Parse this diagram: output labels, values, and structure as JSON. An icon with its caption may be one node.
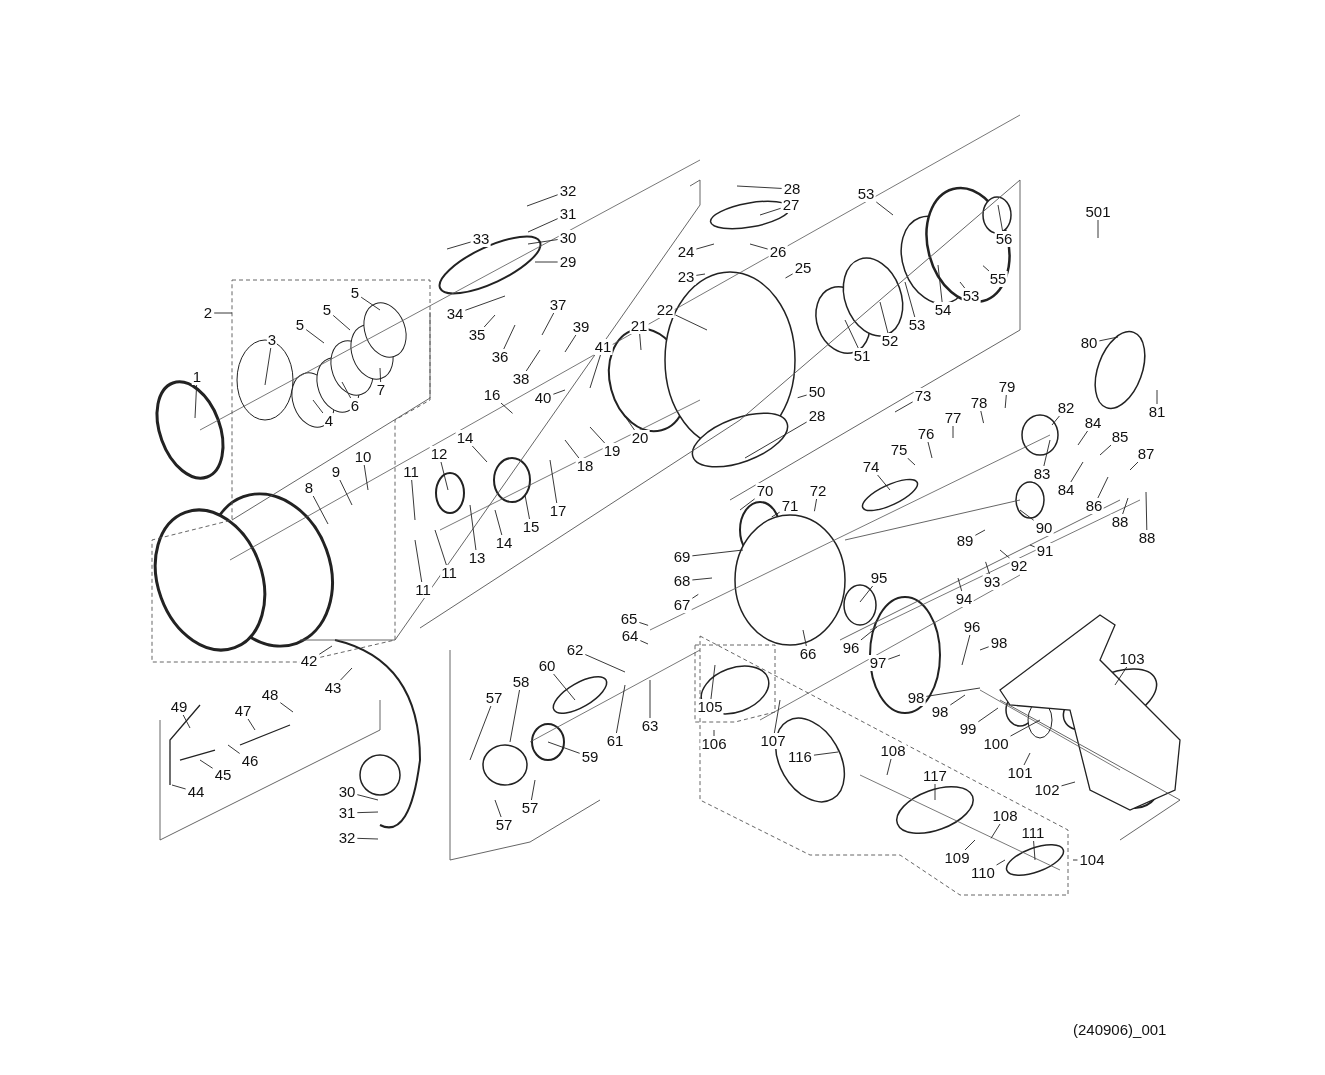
{
  "diagram": {
    "nodes": [
      {
        "text": [
          "32"
        ]
      },
      {
        "text": [
          "28"
        ]
      },
      {
        "text": [
          "31"
        ]
      },
      {
        "text": [
          "30"
        ]
      },
      {
        "text": [
          "27"
        ]
      },
      {
        "text": [
          "53"
        ]
      },
      {
        "text": [
          "33"
        ]
      },
      {
        "text": [
          "501"
        ]
      },
      {
        "text": [
          "24"
        ]
      },
      {
        "text": [
          "26"
        ]
      },
      {
        "text": [
          "29"
        ]
      },
      {
        "text": [
          "56"
        ]
      },
      {
        "text": [
          "23"
        ]
      },
      {
        "text": [
          "25"
        ]
      },
      {
        "text": [
          "53"
        ]
      },
      {
        "text": [
          "55"
        ]
      },
      {
        "text": [
          "5"
        ]
      },
      {
        "text": [
          "34"
        ]
      },
      {
        "text": [
          "54"
        ]
      },
      {
        "text": [
          "2"
        ]
      },
      {
        "text": [
          "5"
        ]
      },
      {
        "text": [
          "37"
        ]
      },
      {
        "text": [
          "22"
        ]
      },
      {
        "text": [
          "53"
        ]
      },
      {
        "text": [
          "5"
        ]
      },
      {
        "text": [
          "21"
        ]
      },
      {
        "text": [
          "35"
        ]
      },
      {
        "text": [
          "3"
        ]
      },
      {
        "text": [
          "39"
        ]
      },
      {
        "text": [
          "80"
        ]
      },
      {
        "text": [
          "52"
        ]
      },
      {
        "text": [
          "36"
        ]
      },
      {
        "text": [
          "51"
        ]
      },
      {
        "text": [
          "41"
        ]
      },
      {
        "text": [
          "1"
        ]
      },
      {
        "text": [
          "38"
        ]
      },
      {
        "text": [
          "7"
        ]
      },
      {
        "text": [
          "50"
        ]
      },
      {
        "text": [
          "79"
        ]
      },
      {
        "text": [
          "73"
        ]
      },
      {
        "text": [
          "16"
        ]
      },
      {
        "text": [
          "40"
        ]
      },
      {
        "text": [
          "6"
        ]
      },
      {
        "text": [
          "82"
        ]
      },
      {
        "text": [
          "78"
        ]
      },
      {
        "text": [
          "81"
        ]
      },
      {
        "text": [
          "28"
        ]
      },
      {
        "text": [
          "77"
        ]
      },
      {
        "text": [
          "4"
        ]
      },
      {
        "text": [
          "84"
        ]
      },
      {
        "text": [
          "76"
        ]
      },
      {
        "text": [
          "14"
        ]
      },
      {
        "text": [
          "85"
        ]
      },
      {
        "text": [
          "20"
        ]
      },
      {
        "text": [
          "75"
        ]
      },
      {
        "text": [
          "19"
        ]
      },
      {
        "text": [
          "12"
        ]
      },
      {
        "text": [
          "87"
        ]
      },
      {
        "text": [
          "10"
        ]
      },
      {
        "text": [
          "74"
        ]
      },
      {
        "text": [
          "18"
        ]
      },
      {
        "text": [
          "9"
        ]
      },
      {
        "text": [
          "11"
        ]
      },
      {
        "text": [
          "83"
        ]
      },
      {
        "text": [
          "8"
        ]
      },
      {
        "text": [
          "84"
        ]
      },
      {
        "text": [
          "70"
        ]
      },
      {
        "text": [
          "72"
        ]
      },
      {
        "text": [
          "86"
        ]
      },
      {
        "text": [
          "71"
        ]
      },
      {
        "text": [
          "17"
        ]
      },
      {
        "text": [
          "88"
        ]
      },
      {
        "text": [
          "15"
        ]
      },
      {
        "text": [
          "90"
        ]
      },
      {
        "text": [
          "88"
        ]
      },
      {
        "text": [
          "89"
        ]
      },
      {
        "text": [
          "14"
        ]
      },
      {
        "text": [
          "91"
        ]
      },
      {
        "text": [
          "69"
        ]
      },
      {
        "text": [
          "13"
        ]
      },
      {
        "text": [
          "92"
        ]
      },
      {
        "text": [
          "11"
        ]
      },
      {
        "text": [
          "95"
        ]
      },
      {
        "text": [
          "68"
        ]
      },
      {
        "text": [
          "93"
        ]
      },
      {
        "text": [
          "11"
        ]
      },
      {
        "text": [
          "94"
        ]
      },
      {
        "text": [
          "67"
        ]
      },
      {
        "text": [
          "65"
        ]
      },
      {
        "text": [
          "96"
        ]
      },
      {
        "text": [
          "64"
        ]
      },
      {
        "text": [
          "98"
        ]
      },
      {
        "text": [
          "96"
        ]
      },
      {
        "text": [
          "62"
        ]
      },
      {
        "text": [
          "66"
        ]
      },
      {
        "text": [
          "103"
        ]
      },
      {
        "text": [
          "42"
        ]
      },
      {
        "text": [
          "97"
        ]
      },
      {
        "text": [
          "60"
        ]
      },
      {
        "text": [
          "43"
        ]
      },
      {
        "text": [
          "58"
        ]
      },
      {
        "text": [
          "48"
        ]
      },
      {
        "text": [
          "98"
        ]
      },
      {
        "text": [
          "57"
        ]
      },
      {
        "text": [
          "49"
        ]
      },
      {
        "text": [
          "105"
        ]
      },
      {
        "text": [
          "47"
        ]
      },
      {
        "text": [
          "98"
        ]
      },
      {
        "text": [
          "63"
        ]
      },
      {
        "text": [
          "99"
        ]
      },
      {
        "text": [
          "61"
        ]
      },
      {
        "text": [
          "106"
        ]
      },
      {
        "text": [
          "107"
        ]
      },
      {
        "text": [
          "100"
        ]
      },
      {
        "text": [
          "116"
        ]
      },
      {
        "text": [
          "59"
        ]
      },
      {
        "text": [
          "46"
        ]
      },
      {
        "text": [
          "108"
        ]
      },
      {
        "text": [
          "45"
        ]
      },
      {
        "text": [
          "101"
        ]
      },
      {
        "text": [
          "102"
        ]
      },
      {
        "text": [
          "44"
        ]
      },
      {
        "text": [
          "117"
        ]
      },
      {
        "text": [
          "30"
        ]
      },
      {
        "text": [
          "57"
        ]
      },
      {
        "text": [
          "31"
        ]
      },
      {
        "text": [
          "57"
        ]
      },
      {
        "text": [
          "108"
        ]
      },
      {
        "text": [
          "111"
        ]
      },
      {
        "text": [
          "32"
        ]
      },
      {
        "text": [
          "109"
        ]
      },
      {
        "text": [
          "104"
        ]
      },
      {
        "text": [
          "110"
        ]
      }
    ],
    "edges": [
      {
        "from": 0,
        "to": null,
        "arrow": "none"
      },
      {
        "from": 1,
        "to": null,
        "arrow": "none"
      },
      {
        "from": 2,
        "to": null,
        "arrow": "none"
      },
      {
        "from": 3,
        "to": null,
        "arrow": "none"
      },
      {
        "from": 4,
        "to": null,
        "arrow": "none"
      },
      {
        "from": 5,
        "to": null,
        "arrow": "none"
      },
      {
        "from": 6,
        "to": null,
        "arrow": "none"
      },
      {
        "from": 7,
        "to": null,
        "arrow": "none"
      },
      {
        "from": 8,
        "to": null,
        "arrow": "none"
      },
      {
        "from": 9,
        "to": null,
        "arrow": "none"
      },
      {
        "from": 10,
        "to": null,
        "arrow": "none"
      },
      {
        "from": 11,
        "to": null,
        "arrow": "none"
      },
      {
        "from": 12,
        "to": null,
        "arrow": "none"
      },
      {
        "from": 13,
        "to": null,
        "arrow": "none"
      },
      {
        "from": 14,
        "to": null,
        "arrow": "none"
      },
      {
        "from": 15,
        "to": null,
        "arrow": "none"
      },
      {
        "from": 16,
        "to": null,
        "arrow": "none"
      },
      {
        "from": 17,
        "to": null,
        "arrow": "none"
      },
      {
        "from": 18,
        "to": null,
        "arrow": "none"
      },
      {
        "from": 19,
        "to": null,
        "arrow": "none"
      },
      {
        "from": 20,
        "to": null,
        "arrow": "none"
      },
      {
        "from": 21,
        "to": null,
        "arrow": "none"
      },
      {
        "from": 22,
        "to": null,
        "arrow": "none"
      },
      {
        "from": 23,
        "to": null,
        "arrow": "none"
      },
      {
        "from": 24,
        "to": null,
        "arrow": "none"
      },
      {
        "from": 25,
        "to": null,
        "arrow": "none"
      },
      {
        "from": 26,
        "to": null,
        "arrow": "none"
      },
      {
        "from": 27,
        "to": null,
        "arrow": "none"
      },
      {
        "from": 28,
        "to": null,
        "arrow": "none"
      },
      {
        "from": 29,
        "to": null,
        "arrow": "none"
      },
      {
        "from": 30,
        "to": null,
        "arrow": "none"
      },
      {
        "from": 31,
        "to": null,
        "arrow": "none"
      },
      {
        "from": 32,
        "to": null,
        "arrow": "none"
      },
      {
        "from": 33,
        "to": null,
        "arrow": "none"
      },
      {
        "from": 34,
        "to": null,
        "arrow": "none"
      },
      {
        "from": 35,
        "to": null,
        "arrow": "none"
      },
      {
        "from": 36,
        "to": null,
        "arrow": "none"
      },
      {
        "from": 37,
        "to": null,
        "arrow": "none"
      },
      {
        "from": 38,
        "to": null,
        "arrow": "none"
      },
      {
        "from": 39,
        "to": null,
        "arrow": "none"
      },
      {
        "from": 40,
        "to": null,
        "arrow": "none"
      },
      {
        "from": 41,
        "to": null,
        "arrow": "none"
      },
      {
        "from": 42,
        "to": null,
        "arrow": "none"
      },
      {
        "from": 43,
        "to": null,
        "arrow": "none"
      },
      {
        "from": 44,
        "to": null,
        "arrow": "none"
      },
      {
        "from": 45,
        "to": null,
        "arrow": "none"
      },
      {
        "from": 46,
        "to": null,
        "arrow": "none"
      },
      {
        "from": 47,
        "to": null,
        "arrow": "none"
      },
      {
        "from": 48,
        "to": null,
        "arrow": "none"
      },
      {
        "from": 49,
        "to": null,
        "arrow": "none"
      },
      {
        "from": 50,
        "to": null,
        "arrow": "none"
      },
      {
        "from": 51,
        "to": null,
        "arrow": "none"
      },
      {
        "from": 52,
        "to": null,
        "arrow": "none"
      },
      {
        "from": 53,
        "to": null,
        "arrow": "none"
      },
      {
        "from": 54,
        "to": null,
        "arrow": "none"
      },
      {
        "from": 55,
        "to": null,
        "arrow": "none"
      },
      {
        "from": 56,
        "to": null,
        "arrow": "none"
      },
      {
        "from": 57,
        "to": null,
        "arrow": "none"
      },
      {
        "from": 58,
        "to": null,
        "arrow": "none"
      },
      {
        "from": 59,
        "to": null,
        "arrow": "none"
      },
      {
        "from": 60,
        "to": null,
        "arrow": "none"
      },
      {
        "from": 61,
        "to": null,
        "arrow": "none"
      },
      {
        "from": 62,
        "to": null,
        "arrow": "none"
      },
      {
        "from": 63,
        "to": null,
        "arrow": "none"
      },
      {
        "from": 64,
        "to": null,
        "arrow": "none"
      },
      {
        "from": 65,
        "to": null,
        "arrow": "none"
      },
      {
        "from": 66,
        "to": null,
        "arrow": "none"
      },
      {
        "from": 67,
        "to": null,
        "arrow": "none"
      },
      {
        "from": 68,
        "to": null,
        "arrow": "none"
      },
      {
        "from": 69,
        "to": null,
        "arrow": "none"
      },
      {
        "from": 70,
        "to": null,
        "arrow": "none"
      },
      {
        "from": 71,
        "to": null,
        "arrow": "none"
      },
      {
        "from": 72,
        "to": null,
        "arrow": "none"
      },
      {
        "from": 73,
        "to": null,
        "arrow": "none"
      },
      {
        "from": 74,
        "to": null,
        "arrow": "none"
      },
      {
        "from": 75,
        "to": null,
        "arrow": "none"
      },
      {
        "from": 76,
        "to": null,
        "arrow": "none"
      },
      {
        "from": 77,
        "to": null,
        "arrow": "none"
      },
      {
        "from": 78,
        "to": null,
        "arrow": "none"
      },
      {
        "from": 79,
        "to": null,
        "arrow": "none"
      },
      {
        "from": 80,
        "to": null,
        "arrow": "none"
      },
      {
        "from": 81,
        "to": null,
        "arrow": "none"
      },
      {
        "from": 82,
        "to": null,
        "arrow": "none"
      },
      {
        "from": 83,
        "to": null,
        "arrow": "none"
      },
      {
        "from": 84,
        "to": null,
        "arrow": "none"
      },
      {
        "from": 85,
        "to": null,
        "arrow": "none"
      },
      {
        "from": 86,
        "to": null,
        "arrow": "none"
      },
      {
        "from": 87,
        "to": null,
        "arrow": "none"
      },
      {
        "from": 88,
        "to": null,
        "arrow": "none"
      },
      {
        "from": 89,
        "to": null,
        "arrow": "none"
      },
      {
        "from": 90,
        "to": null,
        "arrow": "none"
      },
      {
        "from": 91,
        "to": null,
        "arrow": "none"
      },
      {
        "from": 92,
        "to": null,
        "arrow": "none"
      },
      {
        "from": 93,
        "to": null,
        "arrow": "none"
      },
      {
        "from": 94,
        "to": null,
        "arrow": "none"
      },
      {
        "from": 95,
        "to": null,
        "arrow": "none"
      },
      {
        "from": 96,
        "to": null,
        "arrow": "none"
      },
      {
        "from": 97,
        "to": null,
        "arrow": "none"
      },
      {
        "from": 98,
        "to": null,
        "arrow": "none"
      },
      {
        "from": 99,
        "to": null,
        "arrow": "none"
      },
      {
        "from": 100,
        "to": null,
        "arrow": "none"
      },
      {
        "from": 101,
        "to": null,
        "arrow": "none"
      },
      {
        "from": 102,
        "to": null,
        "arrow": "none"
      },
      {
        "from": 103,
        "to": null,
        "arrow": "none"
      },
      {
        "from": 104,
        "to": null,
        "arrow": "none"
      },
      {
        "from": 105,
        "to": null,
        "arrow": "none"
      },
      {
        "from": 106,
        "to": null,
        "arrow": "none"
      },
      {
        "from": 107,
        "to": null,
        "arrow": "none"
      },
      {
        "from": 108,
        "to": null,
        "arrow": "none"
      },
      {
        "from": 109,
        "to": null,
        "arrow": "none"
      },
      {
        "from": 110,
        "to": null,
        "arrow": "none"
      },
      {
        "from": 111,
        "to": null,
        "arrow": "none"
      },
      {
        "from": 112,
        "to": null,
        "arrow": "none"
      },
      {
        "from": 113,
        "to": null,
        "arrow": "none"
      },
      {
        "from": 114,
        "to": null,
        "arrow": "none"
      },
      {
        "from": 115,
        "to": null,
        "arrow": "none"
      },
      {
        "from": 116,
        "to": null,
        "arrow": "none"
      },
      {
        "from": 117,
        "to": null,
        "arrow": "none"
      },
      {
        "from": 118,
        "to": null,
        "arrow": "none"
      },
      {
        "from": 119,
        "to": null,
        "arrow": "none"
      },
      {
        "from": 120,
        "to": null,
        "arrow": "none"
      },
      {
        "from": 121,
        "to": null,
        "arrow": "none"
      },
      {
        "from": 122,
        "to": null,
        "arrow": "none"
      },
      {
        "from": 123,
        "to": null,
        "arrow": "none"
      },
      {
        "from": 124,
        "to": null,
        "arrow": "none"
      },
      {
        "from": 125,
        "to": null,
        "arrow": "none"
      },
      {
        "from": 126,
        "to": null,
        "arrow": "none"
      },
      {
        "from": 127,
        "to": null,
        "arrow": "none"
      },
      {
        "from": 128,
        "to": null,
        "arrow": "none"
      },
      {
        "from": 129,
        "to": null,
        "arrow": "none"
      },
      {
        "from": 130,
        "to": null,
        "arrow": "none"
      },
      {
        "from": 131,
        "to": null,
        "arrow": "none"
      },
      {
        "from": 132,
        "to": null,
        "arrow": "none"
      }
    ],
    "labels": [
      "(240906)_001"
    ]
  }
}
